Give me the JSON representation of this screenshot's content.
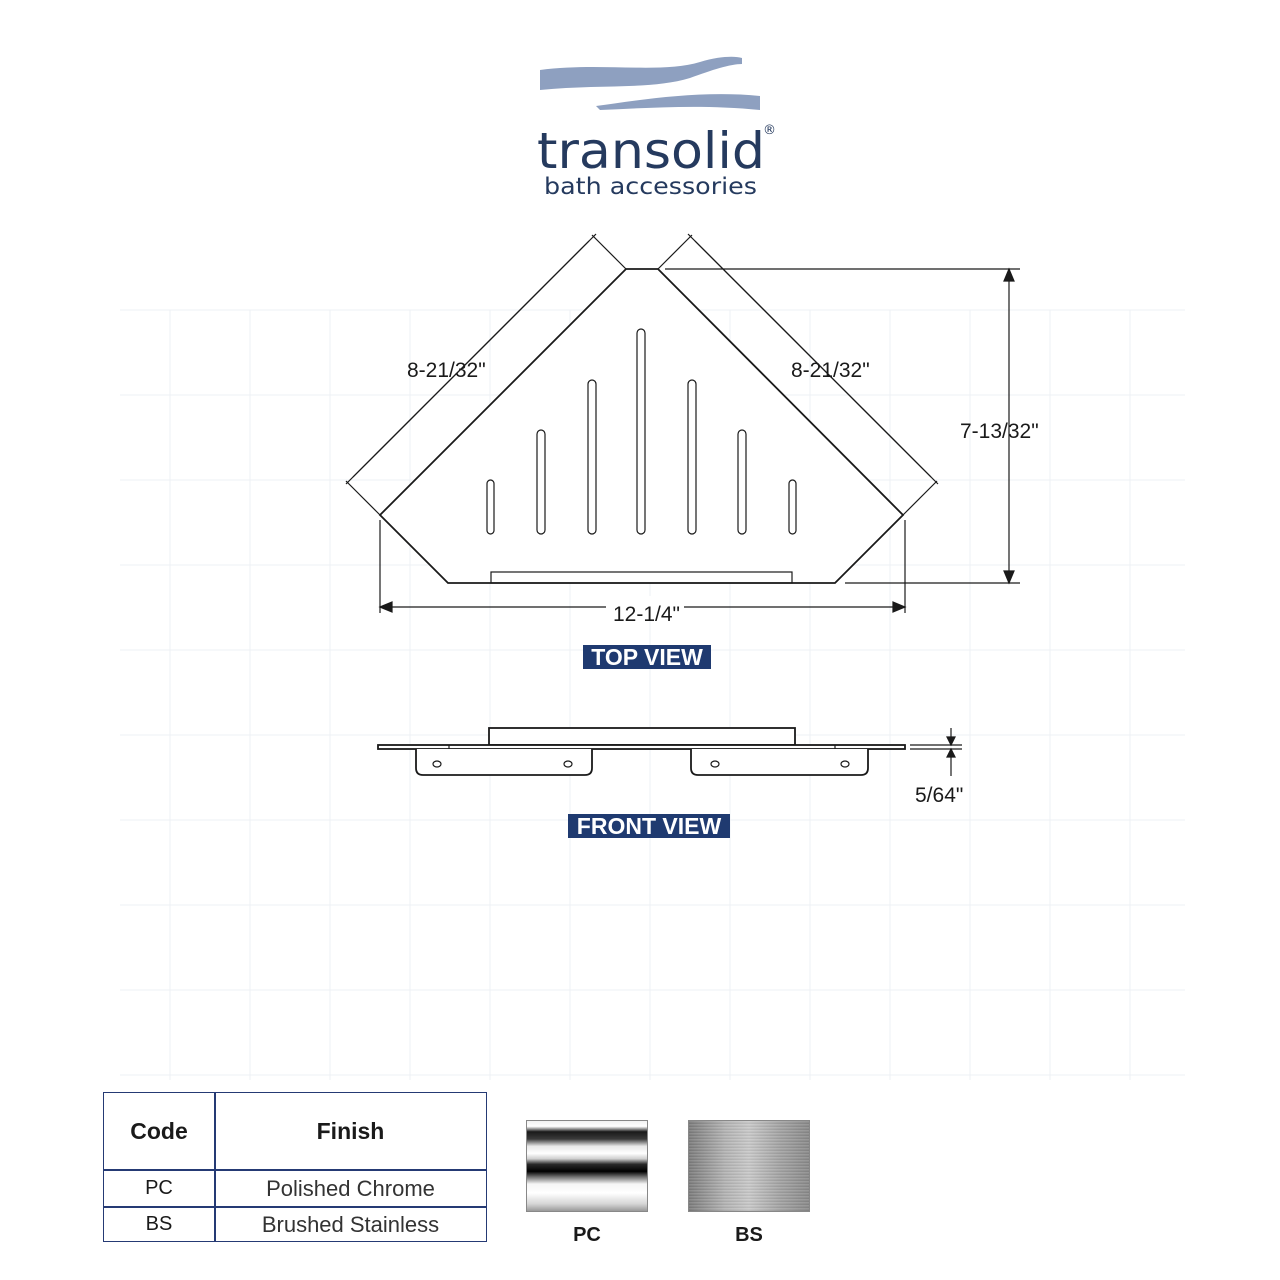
{
  "brand": {
    "name": "transolid",
    "registered_mark": "®",
    "tagline": "bath accessories",
    "color": "#253a5e",
    "wave_color": "#8ea0c0"
  },
  "top_view": {
    "label": "TOP VIEW",
    "dimensions": {
      "left_side": "8-21/32\"",
      "right_side": "8-21/32\"",
      "depth": "7-13/32\"",
      "width": "12-1/4\""
    }
  },
  "front_view": {
    "label": "FRONT VIEW",
    "dimensions": {
      "thickness": "5/64\""
    }
  },
  "view_label_color": "#1f3a70",
  "finish_table": {
    "headers": {
      "code": "Code",
      "finish": "Finish"
    },
    "rows": [
      {
        "code": "PC",
        "finish": "Polished Chrome"
      },
      {
        "code": "BS",
        "finish": "Brushed Stainless"
      }
    ]
  },
  "swatches": [
    {
      "code": "PC"
    },
    {
      "code": "BS"
    }
  ]
}
